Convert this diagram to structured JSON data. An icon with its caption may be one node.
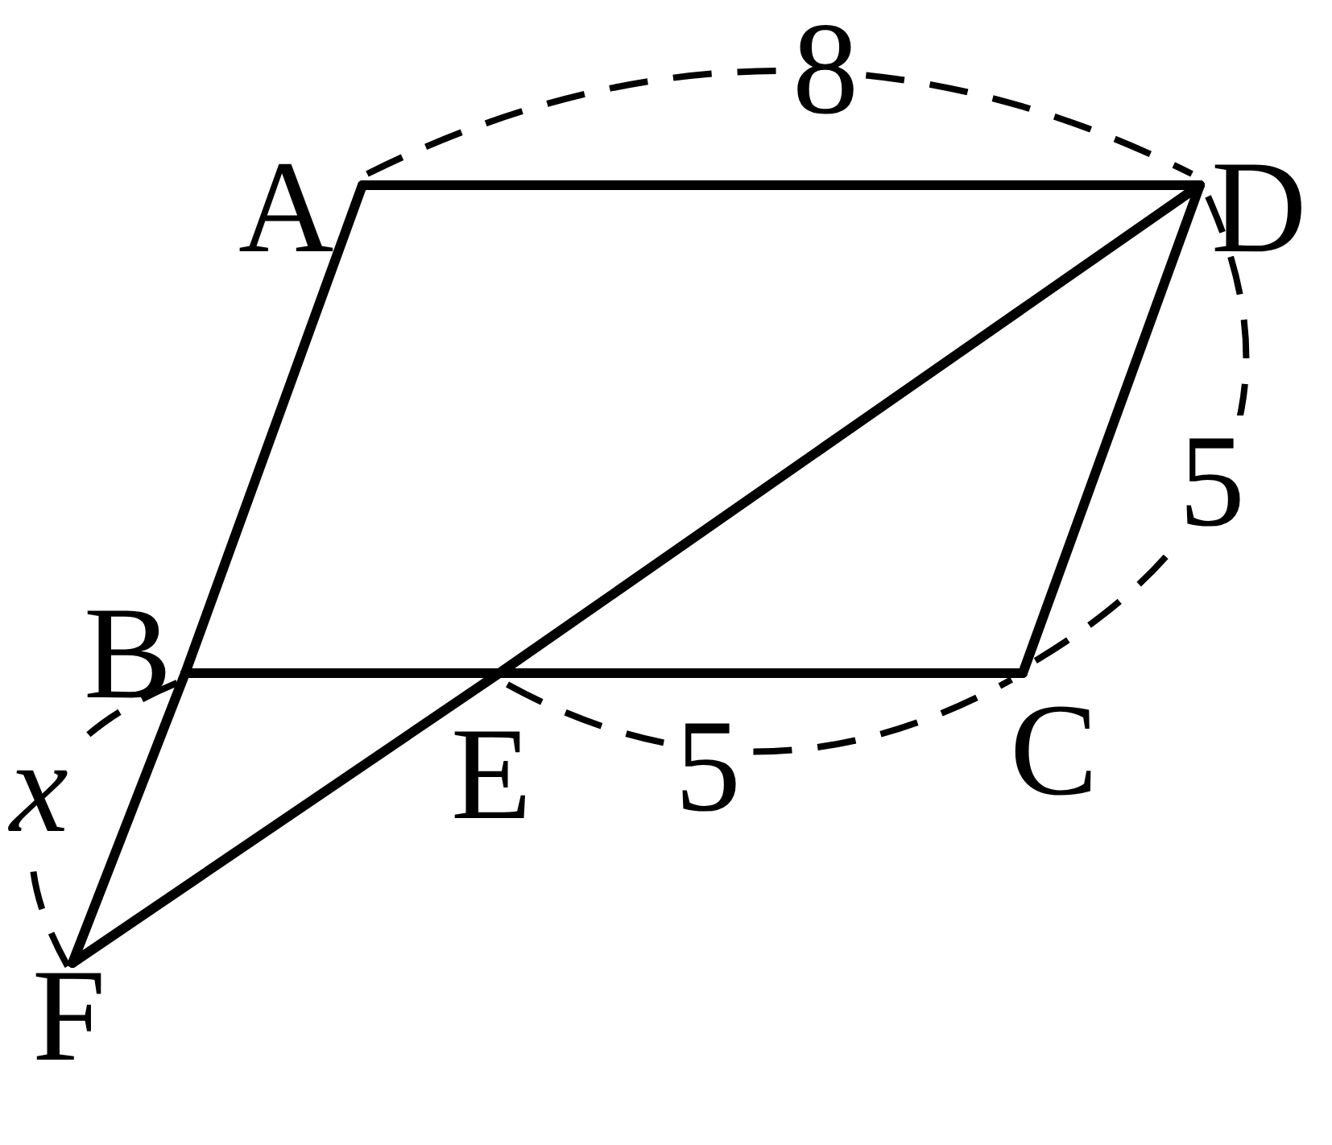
{
  "diagram": {
    "nodes": [
      {
        "text": [
          "A"
        ]
      },
      {
        "text": [
          "D"
        ]
      },
      {
        "text": [
          "B"
        ]
      },
      {
        "text": [
          "E"
        ]
      },
      {
        "text": [
          "C"
        ]
      },
      {
        "text": [
          "F"
        ]
      }
    ],
    "edges": [
      {
        "from": 0,
        "to": 1,
        "arrow": "none"
      },
      {
        "from": 0,
        "to": 2,
        "arrow": "none"
      },
      {
        "from": 2,
        "to": 5,
        "arrow": "none"
      },
      {
        "from": 2,
        "to": 3,
        "arrow": "none"
      },
      {
        "from": 3,
        "to": 4,
        "arrow": "none"
      },
      {
        "from": 4,
        "to": 1,
        "arrow": "none"
      },
      {
        "from": 1,
        "to": 3,
        "arrow": "none"
      },
      {
        "from": 3,
        "to": 5,
        "arrow": "none"
      }
    ],
    "labels": [
      "8",
      "5",
      "5",
      "x"
    ]
  }
}
